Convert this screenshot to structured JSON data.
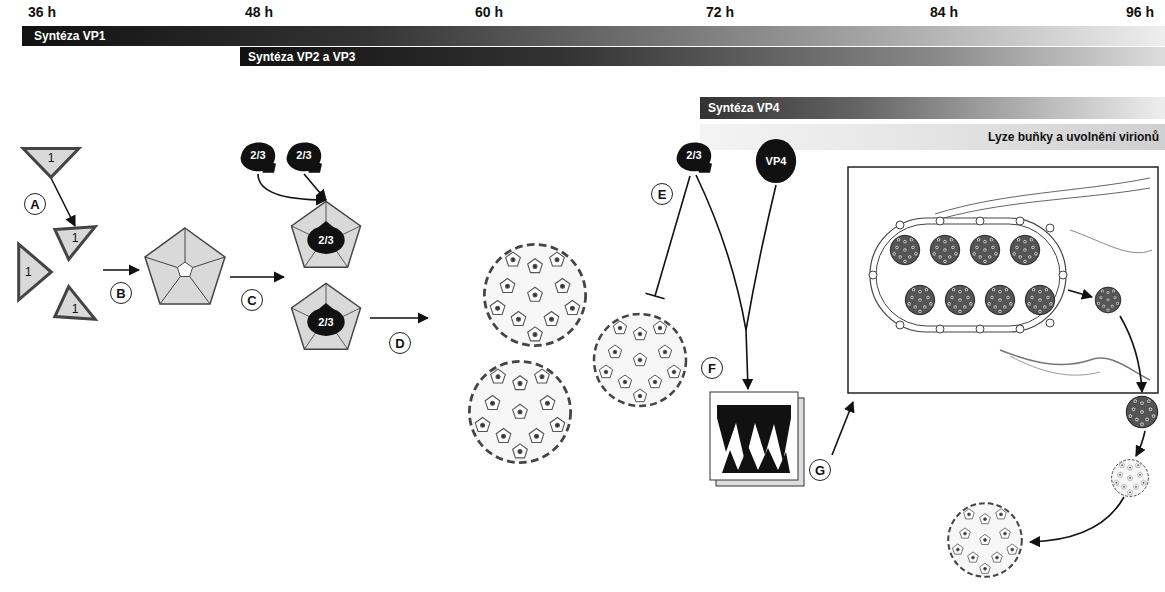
{
  "diagram": {
    "nodes": [
      {
        "text": [
          "Syntéza VP1"
        ]
      },
      {
        "text": [
          "Syntéza VP2 a VP3"
        ]
      },
      {
        "text": [
          "Syntéza VP4"
        ]
      },
      {
        "text": [
          "Lyze buňky a uvolnění virionů"
        ]
      },
      {
        "text": [
          "1"
        ]
      },
      {
        "text": [
          "1"
        ]
      },
      {
        "text": [
          "1"
        ]
      },
      {
        "text": [
          "1"
        ]
      },
      {
        "text": [
          "2/3"
        ]
      },
      {
        "text": [
          "2/3"
        ]
      },
      {
        "text": [
          "2/3"
        ]
      },
      {
        "text": [
          "2/3"
        ]
      },
      {
        "text": [
          "2/3"
        ]
      },
      {
        "text": [
          "VP4"
        ]
      }
    ],
    "edges": [
      {
        "from": 4,
        "to": 6,
        "arrow": "to"
      },
      {
        "from": 8,
        "to": 10,
        "arrow": "to"
      },
      {
        "from": 9,
        "to": 10,
        "arrow": "to"
      }
    ],
    "labels": [
      "36 h",
      "48 h",
      "60 h",
      "72 h",
      "84 h",
      "96 h",
      "A",
      "B",
      "C",
      "D",
      "E",
      "F",
      "G"
    ]
  }
}
